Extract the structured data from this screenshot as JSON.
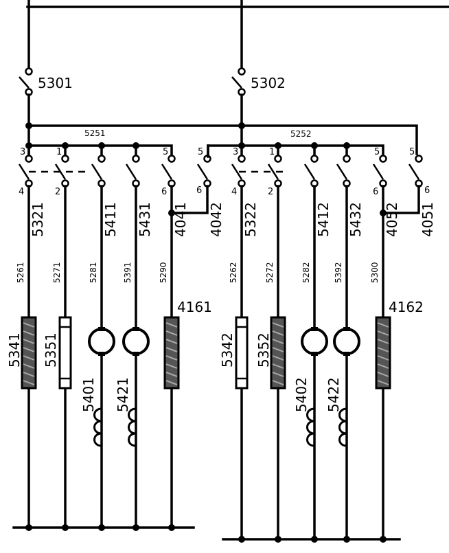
{
  "main_switches": [
    "5301",
    "5302"
  ],
  "bus_labels": [
    "5251",
    "5252"
  ],
  "groups": [
    {
      "switches": [
        {
          "label": "5321",
          "top": "3",
          "bottom": "4",
          "wire": "5261",
          "load": "dark-fuse",
          "load_label": "5341"
        },
        {
          "label": "",
          "top": "1",
          "bottom": "2",
          "wire": "5271",
          "load": "light-fuse",
          "load_label": "5351"
        },
        {
          "label": "5411",
          "top": "",
          "bottom": "",
          "wire": "5281",
          "load": "motor",
          "load_label": "5401"
        },
        {
          "label": "5431",
          "top": "",
          "bottom": "",
          "wire": "5391",
          "load": "motor",
          "load_label": "5421"
        },
        {
          "label": "4041",
          "top": "5",
          "bottom": "6",
          "wire": "5290",
          "load": "dark-fuse",
          "load_label": "4161"
        }
      ],
      "cross_switch": {
        "label": "4042",
        "top": "5",
        "bottom": "6"
      }
    },
    {
      "switches": [
        {
          "label": "5322",
          "top": "3",
          "bottom": "4",
          "wire": "5262",
          "load": "light-fuse",
          "load_label": "5342"
        },
        {
          "label": "",
          "top": "1",
          "bottom": "2",
          "wire": "5272",
          "load": "dark-fuse",
          "load_label": "5352"
        },
        {
          "label": "5412",
          "top": "",
          "bottom": "",
          "wire": "5282",
          "load": "motor",
          "load_label": "5402"
        },
        {
          "label": "5432",
          "top": "",
          "bottom": "",
          "wire": "5392",
          "load": "motor",
          "load_label": "5422"
        },
        {
          "label": "4052",
          "top": "5",
          "bottom": "6",
          "wire": "5300",
          "load": "dark-fuse",
          "load_label": "4162"
        }
      ],
      "cross_switch": {
        "label": "4051",
        "top": "5",
        "bottom": "6"
      }
    }
  ]
}
